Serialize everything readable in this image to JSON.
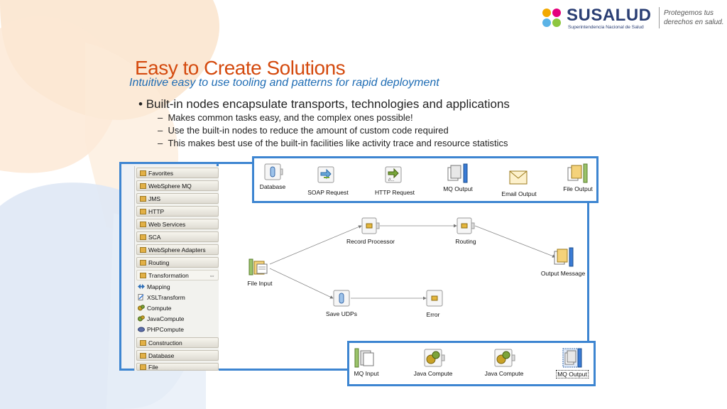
{
  "header": {
    "brand": "SUSALUD",
    "brand_sub": "Superintendencia Nacional de Salud",
    "slogan_line1": "Protegemos tus",
    "slogan_line2": "derechos en salud."
  },
  "slide": {
    "title": "Easy to Create Solutions",
    "subtitle": "Intuitive easy to use tooling and patterns for rapid deployment",
    "bullet": "Built-in nodes encapsulate transports, technologies and applications",
    "sub_bullets": [
      "Makes common tasks easy, and the complex ones possible!",
      "Use the built-in nodes to reduce the amount of custom code required",
      "This makes best use of the built-in facilities like activity trace and resource statistics"
    ]
  },
  "palette": {
    "drawers_top": [
      "Favorites",
      "WebSphere MQ",
      "JMS",
      "HTTP",
      "Web Services",
      "SCA",
      "WebSphere Adapters",
      "Routing",
      "Transformation"
    ],
    "transformation_items": [
      "Mapping",
      "XSLTransform",
      "Compute",
      "JavaCompute",
      "PHPCompute"
    ],
    "drawers_bottom": [
      "Construction",
      "Database",
      "File"
    ],
    "collapse_glyph": "⇔"
  },
  "top_nodes": [
    "Database",
    "SOAP Request",
    "HTTP Request",
    "MQ Output",
    "Email Output",
    "File Output"
  ],
  "flow": {
    "file_input": "File Input",
    "record_processor": "Record Processor",
    "routing": "Routing",
    "output_message": "Output Message",
    "save_udps": "Save UDPs",
    "error": "Error"
  },
  "bottom_nodes": [
    "MQ Input",
    "Java Compute",
    "Java Compute",
    "MQ Output"
  ],
  "colors": {
    "accent_blue": "#3d85d1",
    "title_orange": "#d44a0e",
    "subtitle_blue": "#1e6cb4",
    "brand_navy": "#2a3e73"
  }
}
